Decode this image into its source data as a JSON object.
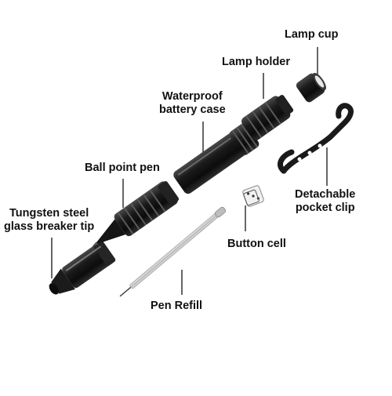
{
  "labels": {
    "lamp_cup": "Lamp cup",
    "lamp_holder": "Lamp holder",
    "battery_case": {
      "line1": "Waterproof",
      "line2": "battery case"
    },
    "ball_point_pen": "Ball point pen",
    "tungsten_tip": {
      "line1": "Tungsten steel",
      "line2": "glass breaker tip"
    },
    "pocket_clip": {
      "line1": "Detachable",
      "line2": "pocket clip"
    },
    "button_cell": "Button cell",
    "pen_refill": "Pen Refill"
  },
  "colors": {
    "metal_dark": "#121212",
    "metal_mid": "#3a3a3a",
    "highlight": "#8c8c8c",
    "refill": "#cfcfcf",
    "leader_line": "#333333"
  }
}
